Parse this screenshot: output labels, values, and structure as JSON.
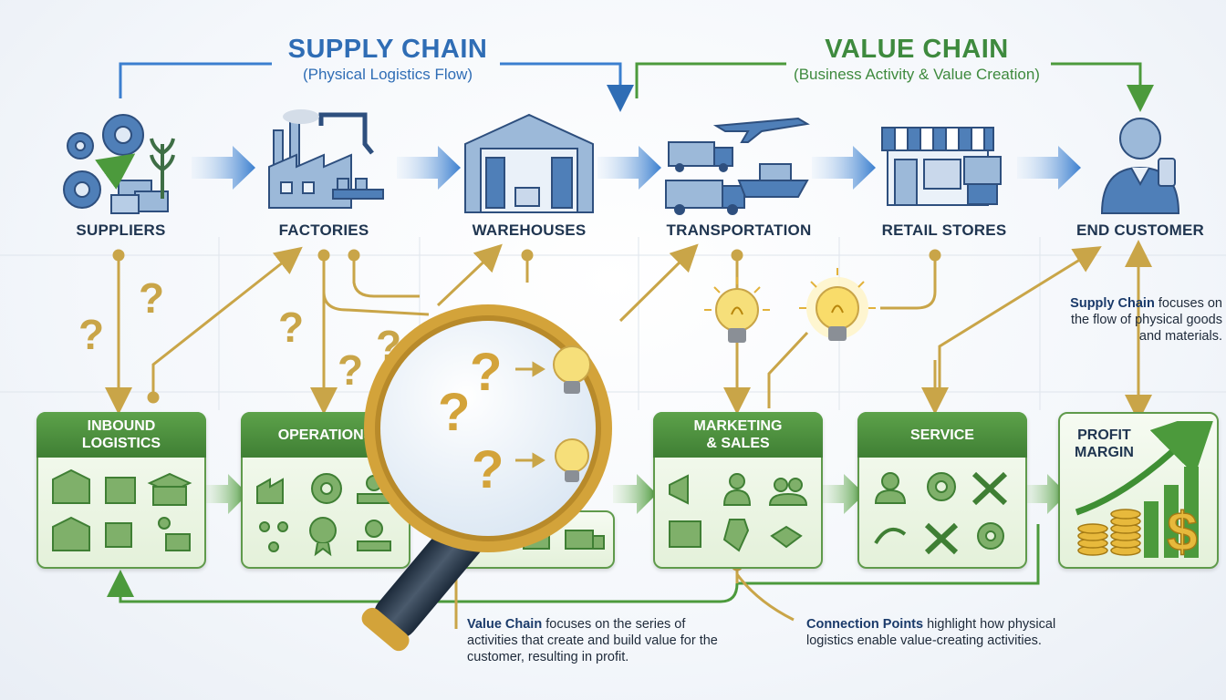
{
  "header": {
    "supply_title": "SUPPLY CHAIN",
    "supply_sub": "(Physical Logistics Flow)",
    "value_title": "VALUE CHAIN",
    "value_sub": "(Business Activity & Value Creation)"
  },
  "supply_stages": [
    {
      "label": "SUPPLIERS",
      "icon": "gears-icon"
    },
    {
      "label": "FACTORIES",
      "icon": "factory-icon"
    },
    {
      "label": "WAREHOUSES",
      "icon": "warehouse-icon"
    },
    {
      "label": "TRANSPORTATION",
      "icon": "trucks-plane-ship-icon"
    },
    {
      "label": "RETAIL STORES",
      "icon": "store-icon"
    },
    {
      "label": "END CUSTOMER",
      "icon": "customer-icon"
    }
  ],
  "value_stages": [
    {
      "label": "INBOUND\nLOGISTICS"
    },
    {
      "label": "OPERATIONS"
    },
    {
      "label": "MARKETING\n& SALES"
    },
    {
      "label": "SERVICE"
    },
    {
      "label": "PROFIT\nMARGIN"
    }
  ],
  "notes": {
    "supply_bold": "Supply Chain",
    "supply_rest": " focuses on the flow of physical goods and materials.",
    "value_bold": "Value Chain",
    "value_rest": " focuses on the series of activities that create and build value for the customer, resulting in profit.",
    "conn_bold": "Connection Points",
    "conn_rest": " highlight how physical logistics enable value-creating activities."
  },
  "colors": {
    "supply_blue": "#2f6db5",
    "value_green": "#3e8a3e",
    "connector_gold": "#c9a548",
    "box_green": "#5f9a4b"
  }
}
